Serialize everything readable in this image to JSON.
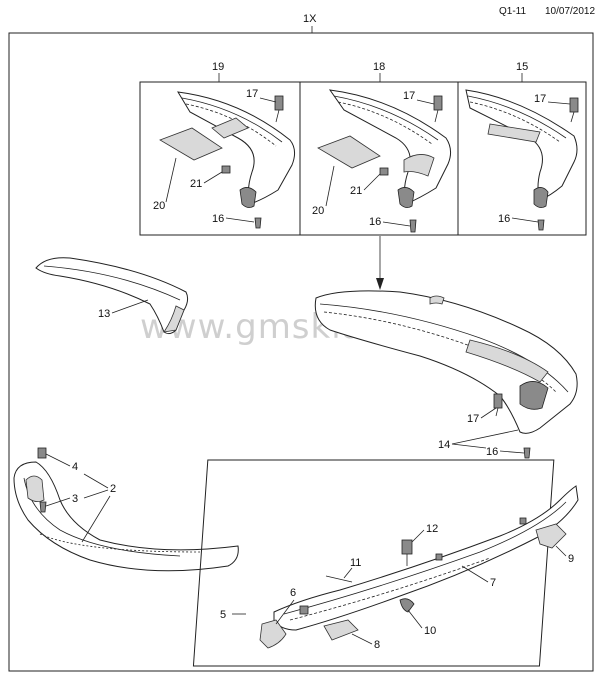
{
  "header": {
    "code": "Q1-11",
    "date": "10/07/2012",
    "assembly": "1X"
  },
  "watermark": "www.gmsklad.ru",
  "callouts": {
    "c19": "19",
    "c18": "18",
    "c15": "15",
    "c17a": "17",
    "c17b": "17",
    "c17c": "17",
    "c17d": "17",
    "c16a": "16",
    "c16b": "16",
    "c16c": "16",
    "c16d": "16",
    "c20a": "20",
    "c20b": "20",
    "c21a": "21",
    "c21b": "21",
    "c13": "13",
    "c14": "14",
    "c4": "4",
    "c3": "3",
    "c2": "2",
    "c5": "5",
    "c6": "6",
    "c7": "7",
    "c8": "8",
    "c9": "9",
    "c10": "10",
    "c11": "11",
    "c12": "12"
  }
}
